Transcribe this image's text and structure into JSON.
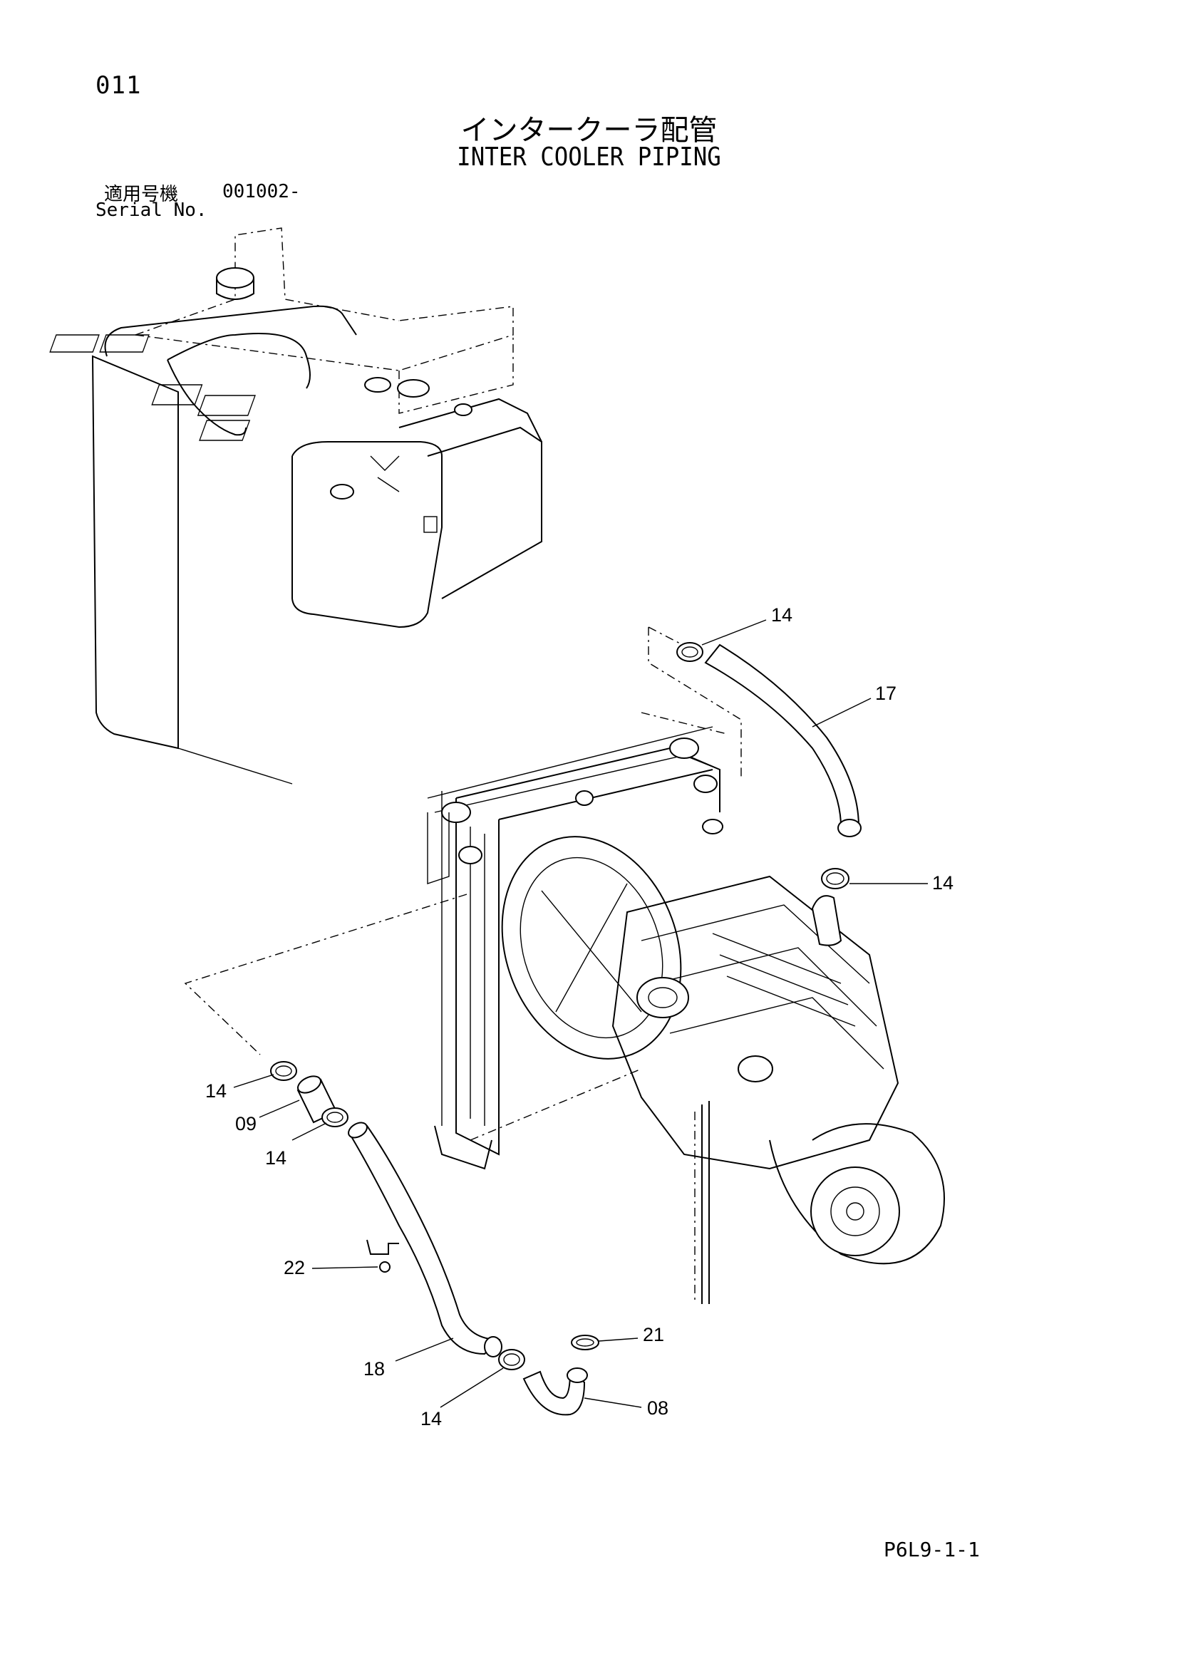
{
  "header": {
    "page_number": "011",
    "title_jp": "インタークーラ配管",
    "title_en": "INTER COOLER PIPING",
    "serial_label_jp": "適用号機",
    "serial_value": "001002-",
    "serial_label_en": "Serial No."
  },
  "callouts": [
    {
      "id": "c14a",
      "text": "14"
    },
    {
      "id": "c17",
      "text": "17"
    },
    {
      "id": "c14b",
      "text": "14"
    },
    {
      "id": "c14c",
      "text": "14"
    },
    {
      "id": "c09",
      "text": "09"
    },
    {
      "id": "c14d",
      "text": "14"
    },
    {
      "id": "c22",
      "text": "22"
    },
    {
      "id": "c21",
      "text": "21"
    },
    {
      "id": "c18",
      "text": "18"
    },
    {
      "id": "c14e",
      "text": "14"
    },
    {
      "id": "c08",
      "text": "08"
    }
  ],
  "footer": {
    "page_code": "P6L9-1-1"
  }
}
